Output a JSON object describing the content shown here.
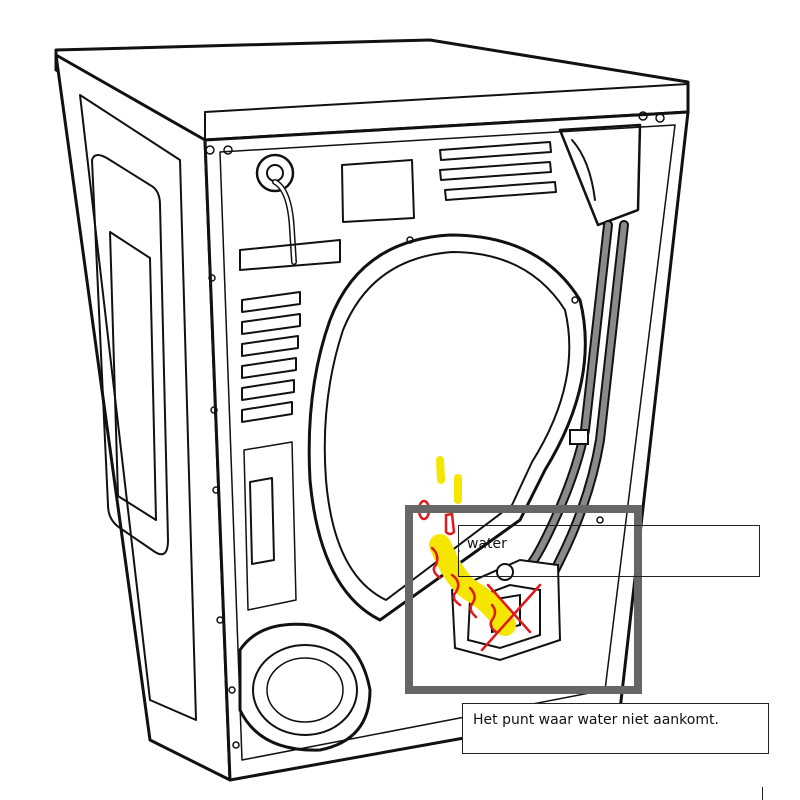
{
  "annotations": {
    "water_label": "water",
    "caption": "Het punt waar water niet aankomt."
  },
  "colors": {
    "outline": "#111111",
    "highlight": "#f5e600",
    "marker_red": "#e0191b",
    "frame_gray": "#666666",
    "hose_gray": "#8a8a8a"
  },
  "icons": [
    "dryer-rear-illustration",
    "drain-hose",
    "cross-mark"
  ]
}
